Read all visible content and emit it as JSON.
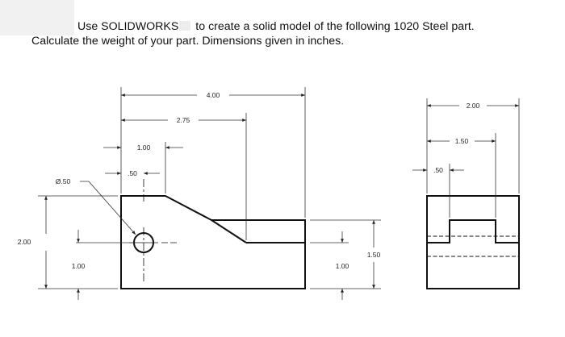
{
  "header": {
    "line1_before": "Use SOLIDWORKS",
    "line1_after": " to create a solid model of the following 1020 Steel part.",
    "line2": "Calculate the weight of your part.  Dimensions given in inches."
  },
  "front_view": {
    "dims": {
      "overall_width": "4.00",
      "width_to_step": "2.75",
      "slope_start": "1.00",
      "hole_center": ".50",
      "hole_dia": "Ø.50",
      "height": "2.00",
      "hole_height": "1.00",
      "step_height": "1.00",
      "step_top": "1.50"
    }
  },
  "side_view": {
    "dims": {
      "width": "2.00",
      "slot_width": "1.50",
      "slot_offset": ".50"
    }
  }
}
